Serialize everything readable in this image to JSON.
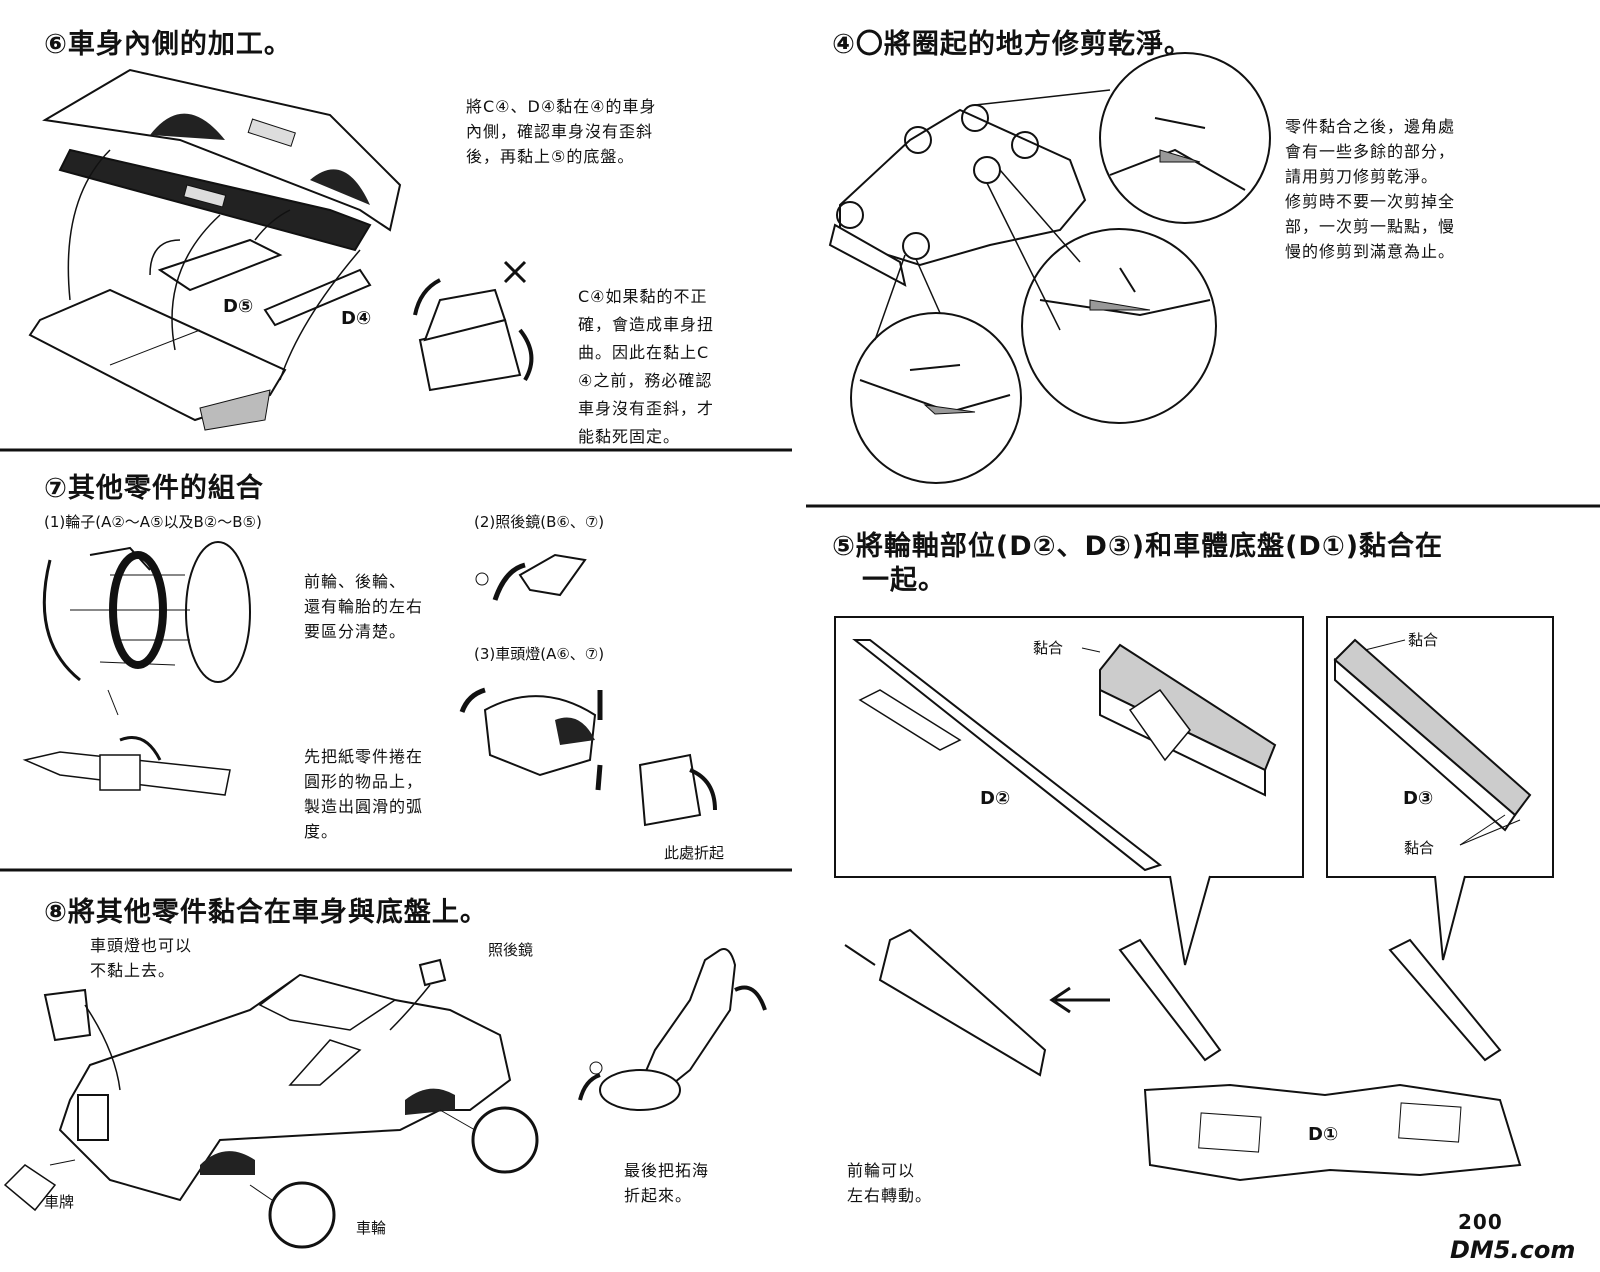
{
  "sec6": {
    "title": "⑥車身內側的加工。",
    "text1": "將C④、D④黏在④的車身\n內側，確認車身沒有歪斜\n後，再黏上⑤的底盤。",
    "text2": "C④如果黏的不正\n確，會造成車身扭\n曲。因此在黏上C\n④之前，務必確認\n車身沒有歪斜，才\n能黏死固定。",
    "label_d5": "D⑤",
    "label_d4": "D④"
  },
  "sec4": {
    "title": "④〇將圈起的地方修剪乾淨。",
    "text": "零件黏合之後，邊角處\n會有一些多餘的部分，\n請用剪刀修剪乾淨。\n修剪時不要一次剪掉全\n部，一次剪一點點，慢\n慢的修剪到滿意為止。"
  },
  "sec7": {
    "title": "⑦其他零件的組合",
    "sub1": "(1)輪子(A②～A⑤以及B②～B⑤)",
    "sub2": "(2)照後鏡(B⑥、⑦)",
    "sub3": "(3)車頭燈(A⑥、⑦)",
    "text1": "前輪、後輪、\n還有輪胎的左右\n要區分清楚。",
    "text2": "先把紙零件捲在\n圓形的物品上，\n製造出圓滑的弧\n度。",
    "fold_label": "此處折起"
  },
  "sec5": {
    "title_line1": "⑤將輪軸部位(D②、D③)和車體底盤(D①)黏合在",
    "title_line2": "一起。",
    "glue1": "黏合",
    "glue2": "黏合",
    "glue3": "黏合",
    "label_d2": "D②",
    "label_d3": "D③",
    "label_d1": "D①",
    "front_wheel_note": "前輪可以\n左右轉動。"
  },
  "sec8": {
    "title": "⑧將其他零件黏合在車身與底盤上。",
    "headlight_note": "車頭燈也可以\n不黏上去。",
    "mirror_label": "照後鏡",
    "plate_label": "車牌",
    "wheel_label": "車輪",
    "final_note": "最後把拓海\n折起來。"
  },
  "page": {
    "number": "200",
    "watermark": "DM5.com"
  }
}
